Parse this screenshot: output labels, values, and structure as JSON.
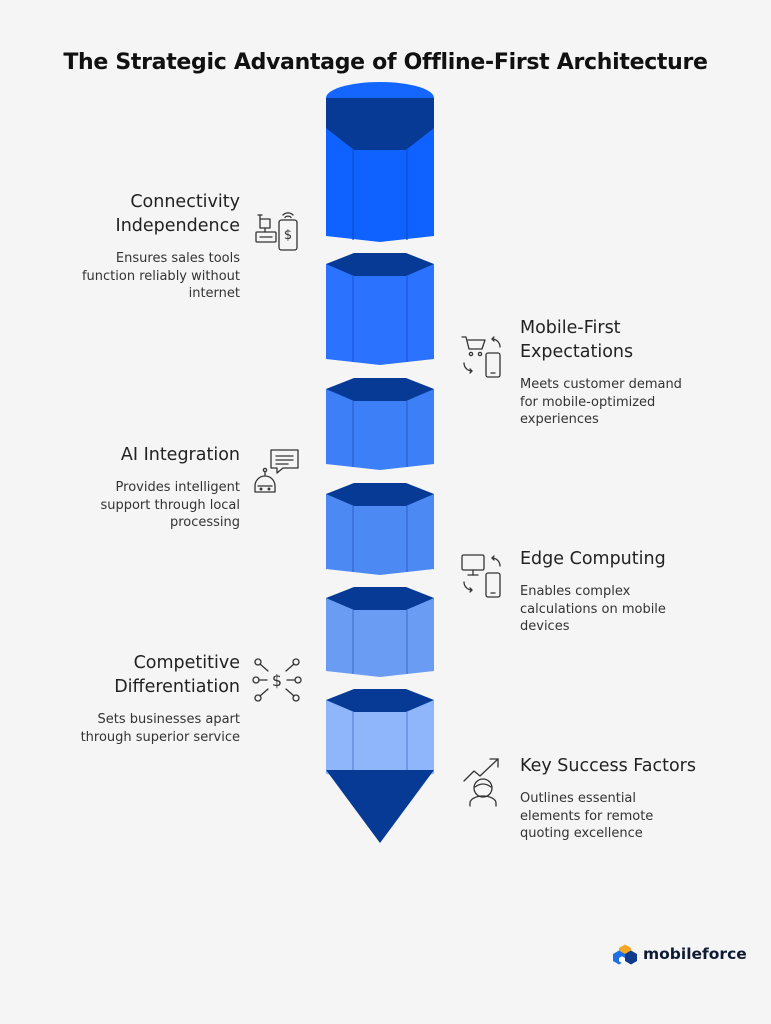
{
  "title": "The Strategic Advantage of Offline-First Architecture",
  "colors": {
    "top_cap": "#1565ff",
    "dark": "#063a95",
    "segments": [
      "#0f62ff",
      "#2a72ff",
      "#3d7ff6",
      "#4d89f2",
      "#6a9cf4",
      "#8fb5fa"
    ],
    "tip": "#063a95"
  },
  "items": [
    {
      "id": "connectivity",
      "side": "left",
      "heading": "Connectivity\nIndependence",
      "description": "Ensures sales tools\nfunction reliably without\ninternet",
      "icon": "cash-register-phone-icon"
    },
    {
      "id": "mobile-first",
      "side": "right",
      "heading": "Mobile-First\nExpectations",
      "description": "Meets customer demand\nfor mobile-optimized\nexperiences",
      "icon": "cart-phone-sync-icon"
    },
    {
      "id": "ai",
      "side": "left",
      "heading": "AI Integration",
      "description": "Provides intelligent\nsupport through local\nprocessing",
      "icon": "robot-chat-icon"
    },
    {
      "id": "edge",
      "side": "right",
      "heading": "Edge Computing",
      "description": "Enables complex\ncalculations on mobile\ndevices",
      "icon": "desktop-phone-sync-icon"
    },
    {
      "id": "competitive",
      "side": "left",
      "heading": "Competitive\nDifferentiation",
      "description": "Sets businesses apart\nthrough superior service",
      "icon": "dollar-network-icon"
    },
    {
      "id": "success",
      "side": "right",
      "heading": "Key Success Factors",
      "description": "Outlines essential\nelements for remote\nquoting excellence",
      "icon": "person-growth-icon"
    }
  ],
  "logo": {
    "text": "mobileforce",
    "icon": "mobileforce-logo-icon"
  }
}
